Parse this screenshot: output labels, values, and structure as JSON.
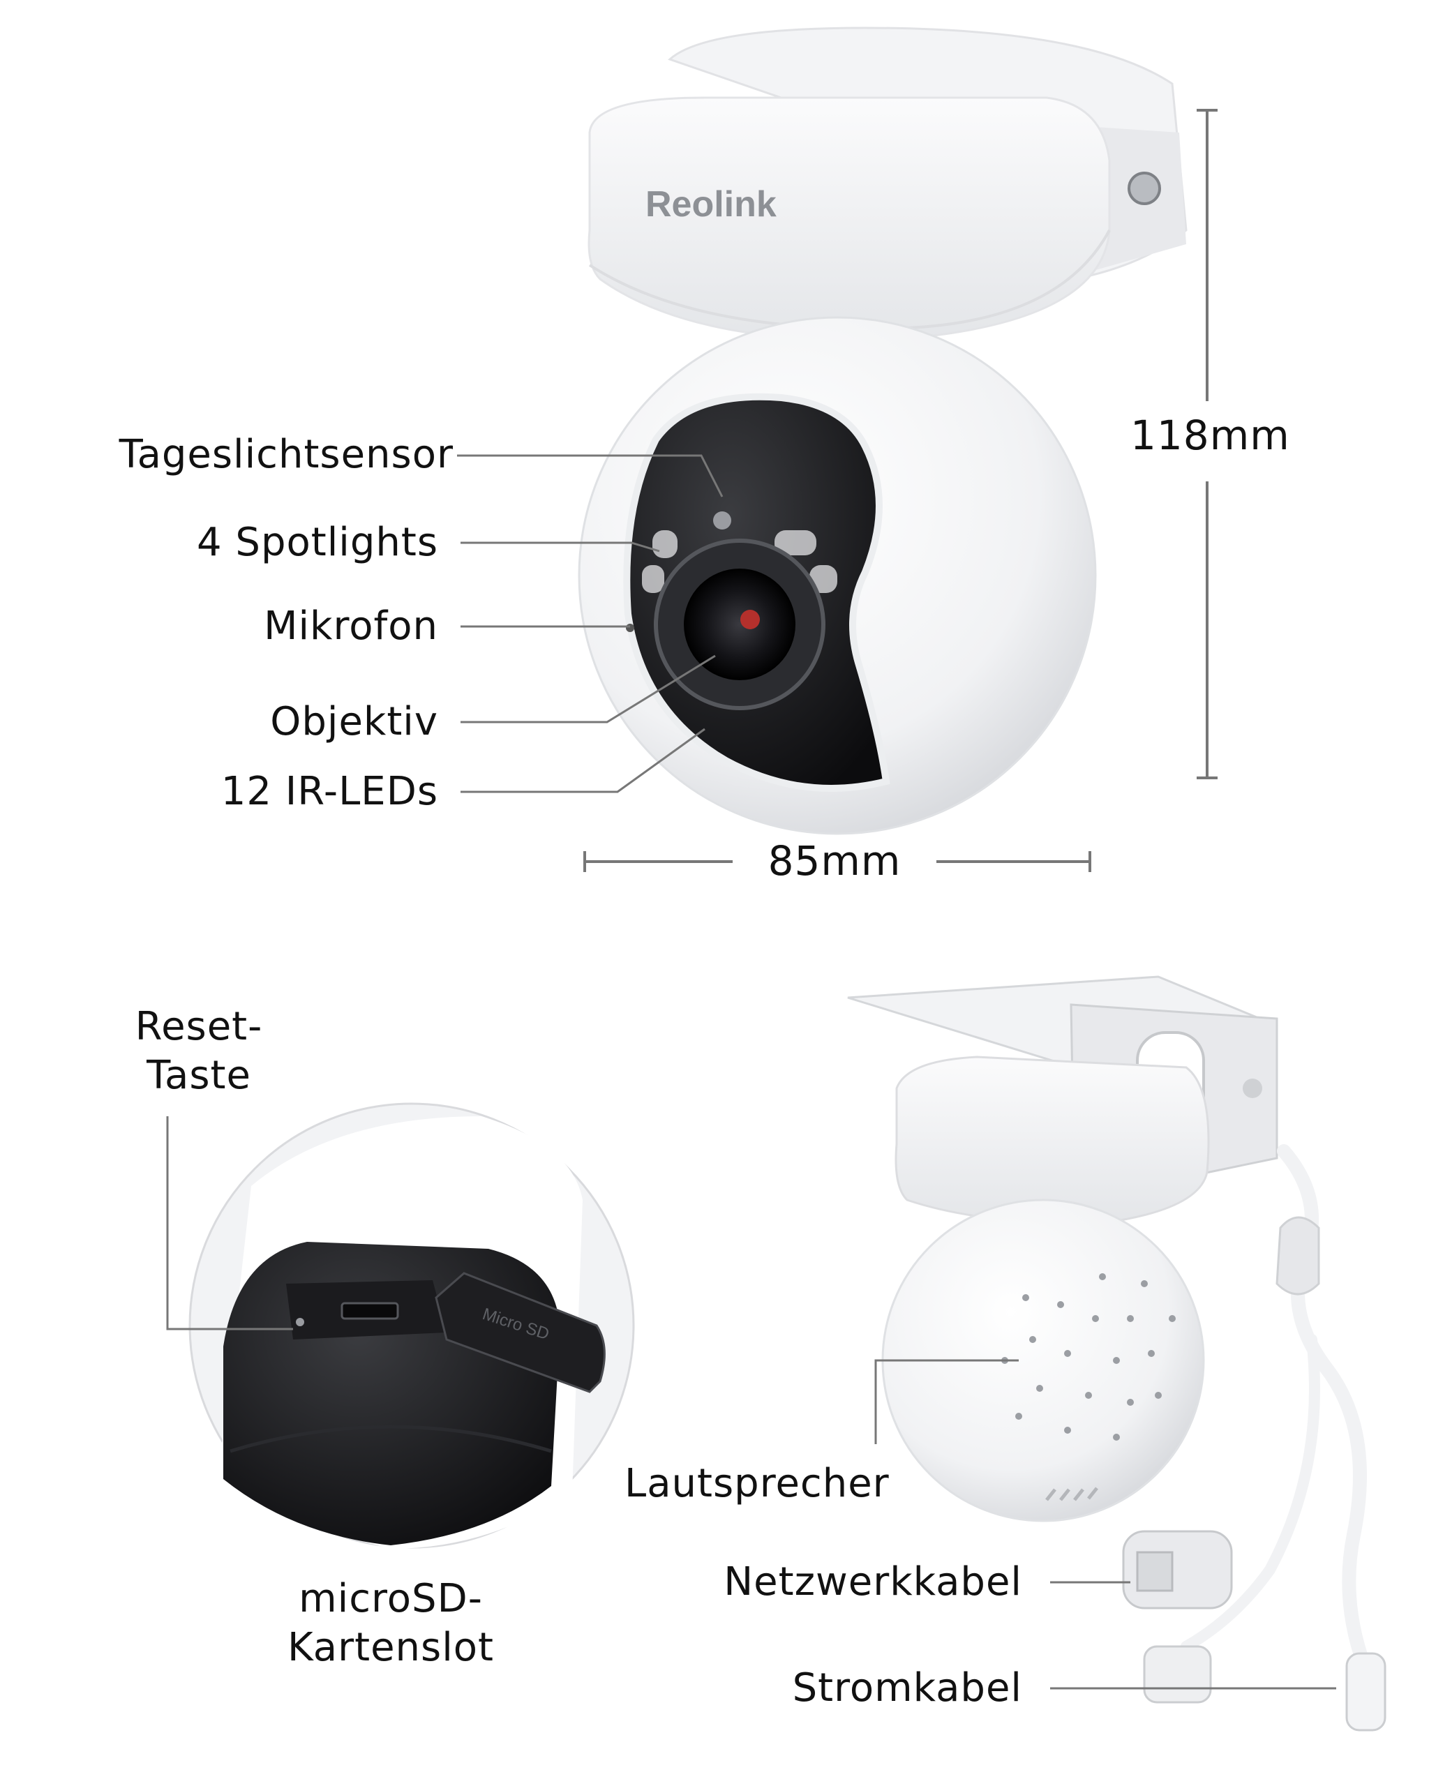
{
  "brand": {
    "logo": "Reolink"
  },
  "callouts_top": {
    "daylight_sensor": "Tageslichtsensor",
    "spotlights": "4 Spotlights",
    "microphone": "Mikrofon",
    "lens": "Objektiv",
    "ir_leds": "12 IR-LEDs"
  },
  "dimensions": {
    "height": "118mm",
    "width": "85mm"
  },
  "callouts_bottom": {
    "reset_line1": "Reset-",
    "reset_line2": "Taste",
    "sd_line1": "microSD-",
    "sd_line2": "Kartenslot",
    "sd_cover": "Micro SD",
    "speaker": "Lautsprecher",
    "network": "Netzwerkkabel",
    "power": "Stromkabel"
  }
}
